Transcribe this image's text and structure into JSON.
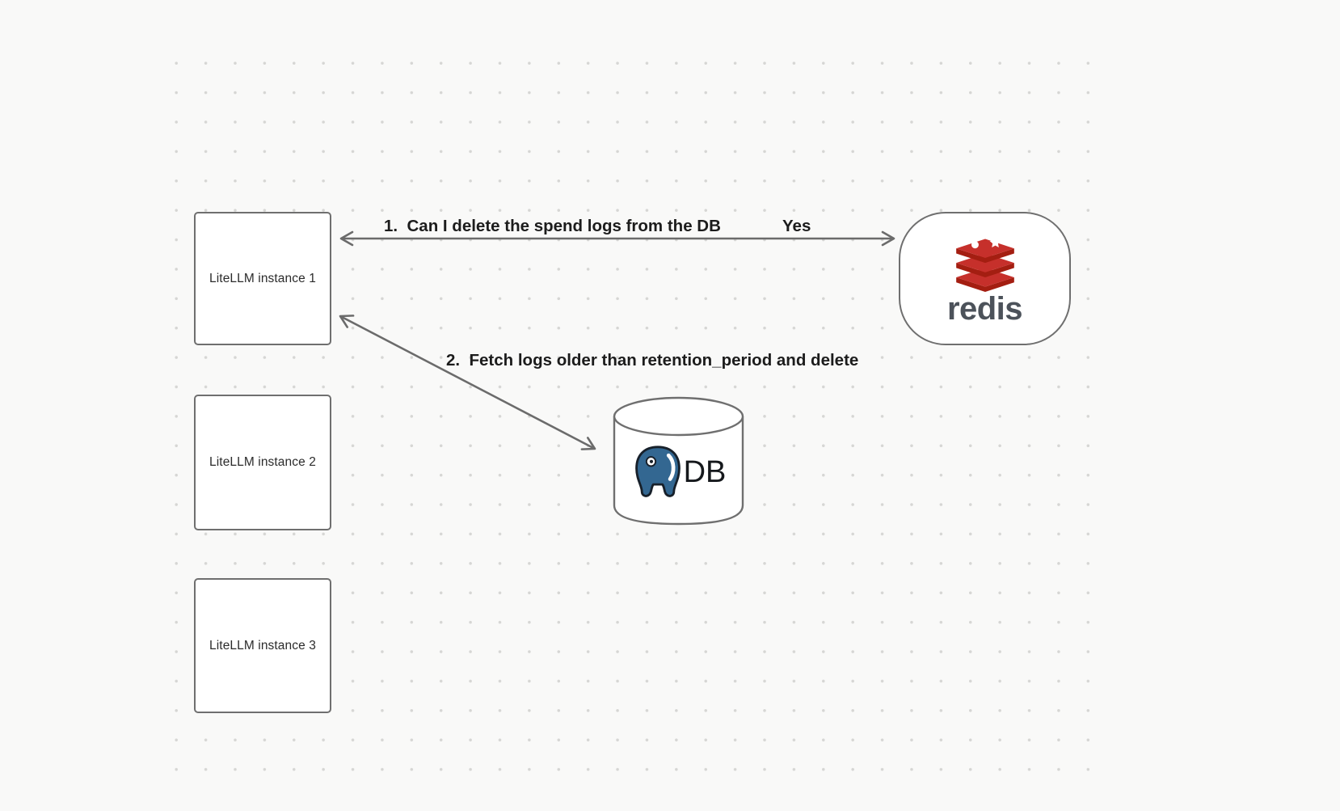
{
  "diagram": {
    "instances": [
      {
        "label": "LiteLLM instance 1"
      },
      {
        "label": "LiteLLM instance 2"
      },
      {
        "label": "LiteLLM instance 3"
      }
    ],
    "redis": {
      "wordmark": "redis"
    },
    "db": {
      "label": "DB"
    },
    "arrows": {
      "arrow1": {
        "label": "1.  Can I delete the spend logs from the DB",
        "response": "Yes"
      },
      "arrow2": {
        "label": "2.  Fetch logs older than retention_period and delete"
      }
    }
  },
  "colors": {
    "background": "#f9f9f8",
    "dot": "#d6d6d4",
    "shape_border": "#6f6f6f",
    "arrow": "#6b6b6b",
    "label_text": "#1c1c1c",
    "redis_red": "#c6302b",
    "redis_dark_red": "#a41e11",
    "redis_wordmark": "#4c525a",
    "postgres_blue": "#336791"
  }
}
